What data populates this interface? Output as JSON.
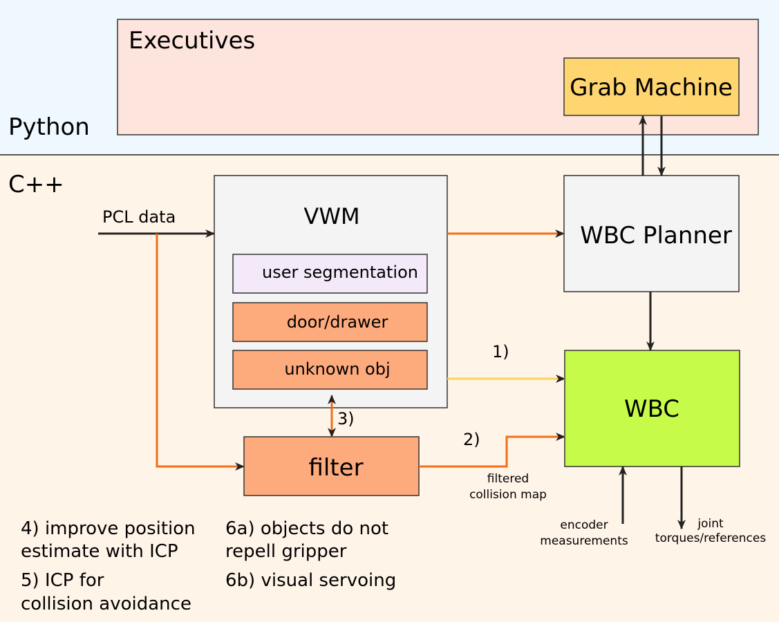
{
  "layers": {
    "python": "Python",
    "cpp": "C++"
  },
  "boxes": {
    "executives": "Executives",
    "grab_machine": "Grab Machine",
    "vwm": "VWM",
    "user_segmentation": "user segmentation",
    "door_drawer": "door/drawer",
    "unknown_obj": "unknown obj",
    "wbc_planner": "WBC Planner",
    "wbc": "WBC",
    "filter": "filter"
  },
  "edge_labels": {
    "pcl_data": "PCL data",
    "path_1": "1)",
    "path_2": "2)",
    "path_3": "3)",
    "filtered_line1": "filtered",
    "filtered_line2": "collision map",
    "encoder_line1": "encoder",
    "encoder_line2": "measurements",
    "joint_line1": "joint",
    "joint_line2": "torques/references"
  },
  "notes": {
    "n4_line1": "4) improve position",
    "n4_line2": "estimate with ICP",
    "n5_line1": "5) ICP for",
    "n5_line2": "collision avoidance",
    "n6a_line1": "6a) objects do not",
    "n6a_line2": "repell gripper",
    "n6b": "6b) visual servoing"
  },
  "colors": {
    "python_bg": "#eef8fe",
    "cpp_bg": "#fff4e8",
    "executives_fill": "#fde4dd",
    "grab_machine_fill": "#ffd570",
    "vwm_fill": "#f4f4f4",
    "user_segmentation_fill": "#f3e9f8",
    "component_fill": "#fdab7c",
    "wbc_planner_fill": "#f4f4f4",
    "wbc_fill": "#c6fb49",
    "orange_arrow": "#f06e16",
    "yellow_arrow": "#fdd34e",
    "black_arrow": "#222222"
  }
}
